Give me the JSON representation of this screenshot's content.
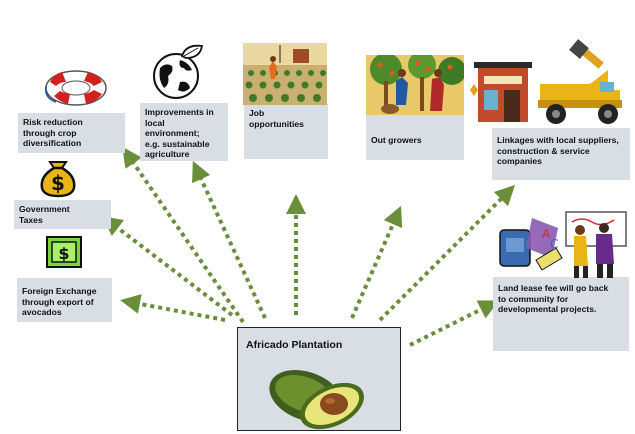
{
  "center": {
    "title": "Africado Plantation",
    "icon": "avocado-icon"
  },
  "benefits": [
    {
      "id": "risk",
      "text": "Risk reduction\nthrough crop\ndiversification",
      "icon": "life-ring-icon"
    },
    {
      "id": "environment",
      "text": "Improvements in\nlocal\nenvironment;\ne.g. sustainable\nagriculture",
      "icon": "globe-leaf-icon"
    },
    {
      "id": "jobs",
      "text": "Job\nopportunities",
      "icon": "farm-field-icon"
    },
    {
      "id": "outgrowers",
      "text": "Out growers",
      "icon": "orchard-pickers-icon"
    },
    {
      "id": "linkages",
      "text": "Linkages with local suppliers,\nconstruction & service\ncompanies",
      "icon": "truck-shop-icon"
    },
    {
      "id": "taxes",
      "text": "Government\nTaxes",
      "icon": "money-bag-icon"
    },
    {
      "id": "forex",
      "text": "Foreign Exchange\nthrough export of\navocados",
      "icon": "dollar-bill-icon"
    },
    {
      "id": "lease",
      "text": "Land lease fee will go back\nto community for\ndevelopmental projects.",
      "icon": "school-community-icon"
    }
  ],
  "colors": {
    "arrow": "#6b8e3a",
    "box": "#d9dde4"
  }
}
